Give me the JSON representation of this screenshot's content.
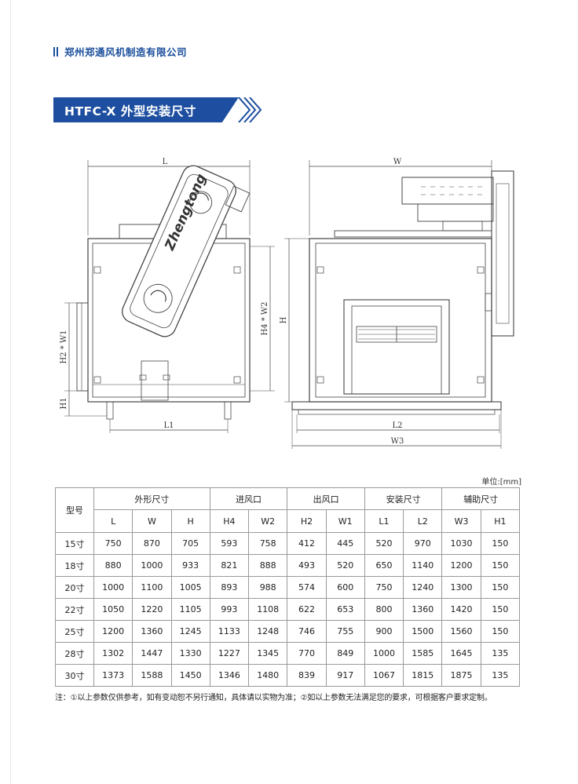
{
  "header": {
    "company": "郑州郑通风机制造有限公司"
  },
  "section": {
    "title": "HTFC-X 外型安装尺寸"
  },
  "drawing": {
    "left_view": {
      "labels": {
        "L": "L",
        "L1": "L1",
        "H1": "H1",
        "H2_W1": "H2 * W1",
        "H4_W2": "H4 * W2"
      },
      "logo_text": "Zhengtong"
    },
    "right_view": {
      "labels": {
        "W": "W",
        "H": "H",
        "L2": "L2",
        "W3": "W3"
      }
    }
  },
  "table": {
    "unit": "单位:[mm]",
    "model_header": "型号",
    "groups": [
      {
        "label": "外形尺寸",
        "cols": [
          "L",
          "W",
          "H"
        ]
      },
      {
        "label": "进风口",
        "cols": [
          "H4",
          "W2"
        ]
      },
      {
        "label": "出风口",
        "cols": [
          "H2",
          "W1"
        ]
      },
      {
        "label": "安装尺寸",
        "cols": [
          "L1",
          "L2"
        ]
      },
      {
        "label": "辅助尺寸",
        "cols": [
          "W3",
          "H1"
        ]
      }
    ],
    "rows": [
      [
        "15寸",
        "750",
        "870",
        "705",
        "593",
        "758",
        "412",
        "445",
        "520",
        "970",
        "1030",
        "150"
      ],
      [
        "18寸",
        "880",
        "1000",
        "933",
        "821",
        "888",
        "493",
        "520",
        "650",
        "1140",
        "1200",
        "150"
      ],
      [
        "20寸",
        "1000",
        "1100",
        "1005",
        "893",
        "988",
        "574",
        "600",
        "750",
        "1240",
        "1300",
        "150"
      ],
      [
        "22寸",
        "1050",
        "1220",
        "1105",
        "993",
        "1108",
        "622",
        "653",
        "800",
        "1360",
        "1420",
        "150"
      ],
      [
        "25寸",
        "1200",
        "1360",
        "1245",
        "1133",
        "1248",
        "746",
        "755",
        "900",
        "1500",
        "1560",
        "150"
      ],
      [
        "28寸",
        "1302",
        "1447",
        "1330",
        "1227",
        "1345",
        "770",
        "849",
        "1000",
        "1585",
        "1645",
        "135"
      ],
      [
        "30寸",
        "1373",
        "1588",
        "1450",
        "1346",
        "1480",
        "839",
        "917",
        "1067",
        "1815",
        "1875",
        "135"
      ]
    ]
  },
  "note": "注：①以上参数仅供参考，如有变动恕不另行通知，具体请以实物为准；②如以上参数无法满足您的要求，可根据客户要求定制。",
  "colors": {
    "brand_blue": "#1d4ea0"
  }
}
